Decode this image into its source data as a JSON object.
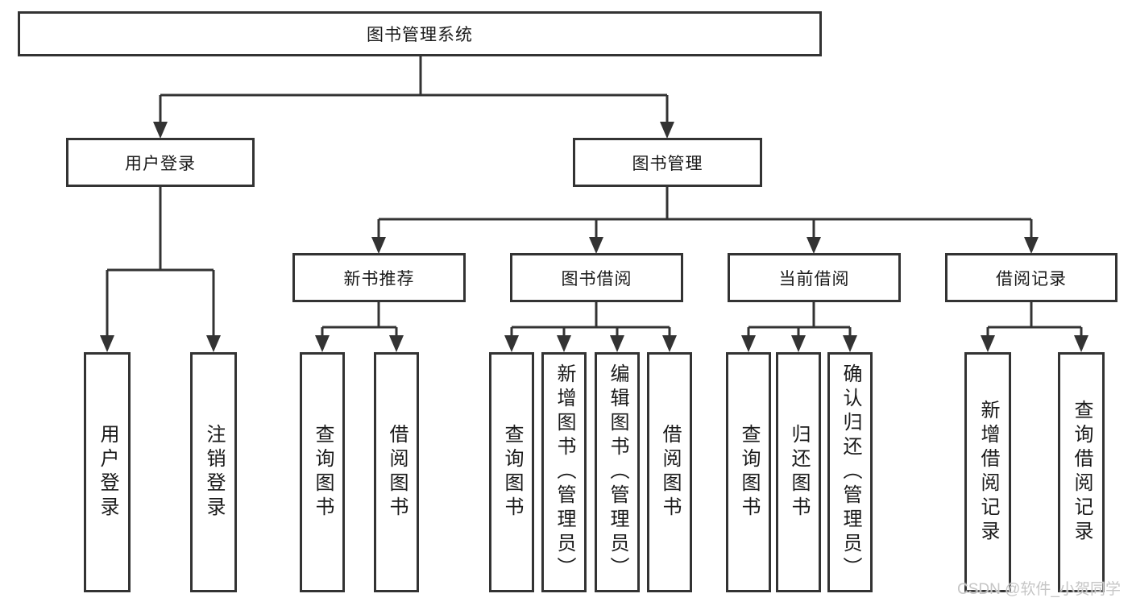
{
  "diagram": {
    "root": {
      "label": "图书管理系统"
    },
    "level2": [
      {
        "label": "用户登录"
      },
      {
        "label": "图书管理"
      }
    ],
    "level3": [
      {
        "label": "新书推荐"
      },
      {
        "label": "图书借阅"
      },
      {
        "label": "当前借阅"
      },
      {
        "label": "借阅记录"
      }
    ],
    "leaves": {
      "login": [
        "用户登录",
        "注销登录"
      ],
      "recommend": [
        "查询图书",
        "借阅图书"
      ],
      "borrow": [
        "查询图书",
        "新增图书（管理员）",
        "编辑图书（管理员）",
        "借阅图书"
      ],
      "current": [
        "查询图书",
        "归还图书",
        "确认归还（管理员）"
      ],
      "records": [
        "新增借阅记录",
        "查询借阅记录"
      ]
    }
  },
  "watermark": {
    "text": "CSDN @软件_小贺同学",
    "color": "#c6c6c6"
  },
  "colors": {
    "line": "#333333",
    "box_border": "#333333",
    "box_background": "#ffffff",
    "text": "#1a1a1a",
    "page_background": "#ffffff"
  }
}
